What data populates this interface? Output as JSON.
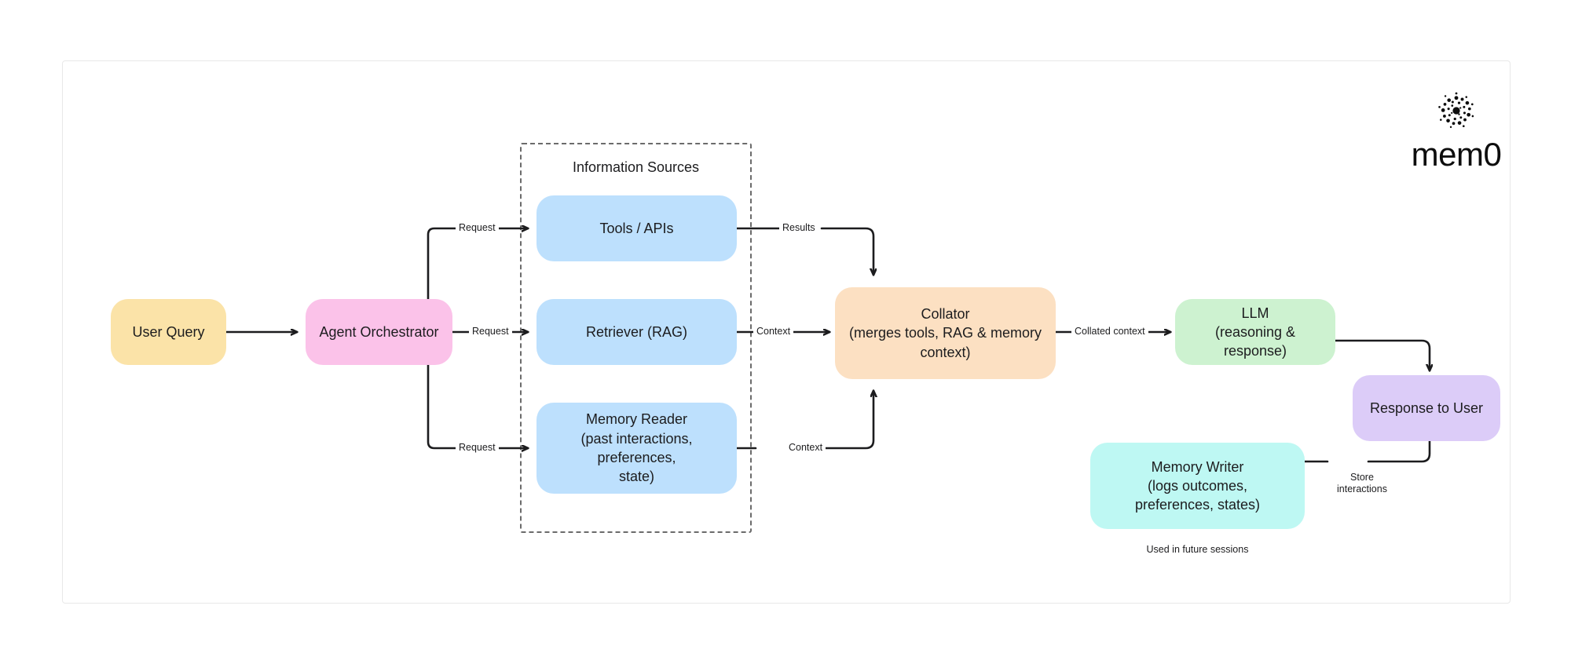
{
  "brand": {
    "wordmark": "mem0",
    "logo_icon": "mem0-burst-icon"
  },
  "group": {
    "title": "Information Sources"
  },
  "nodes": [
    {
      "id": "user-query",
      "label": "User Query",
      "lines": [
        "User Query"
      ],
      "color": "#FBE3A8"
    },
    {
      "id": "agent-orchestrator",
      "label": "Agent Orchestrator",
      "lines": [
        "Agent Orchestrator"
      ],
      "color": "#FBC2E9"
    },
    {
      "id": "tools-apis",
      "label": "Tools / APIs",
      "lines": [
        "Tools / APIs"
      ],
      "color": "#BDE0FD"
    },
    {
      "id": "retriever-rag",
      "label": "Retriever (RAG)",
      "lines": [
        "Retriever (RAG)"
      ],
      "color": "#BDE0FD"
    },
    {
      "id": "memory-reader",
      "label": "Memory Reader",
      "lines": [
        "Memory Reader",
        "(past interactions, preferences,",
        "state)"
      ],
      "color": "#BDE0FD"
    },
    {
      "id": "collator",
      "label": "Collator",
      "lines": [
        "Collator",
        "(merges tools, RAG & memory",
        "context)"
      ],
      "color": "#FCE0C2"
    },
    {
      "id": "llm",
      "label": "LLM",
      "lines": [
        "LLM",
        "(reasoning & response)"
      ],
      "color": "#CDF2D0"
    },
    {
      "id": "response-to-user",
      "label": "Response to User",
      "lines": [
        "Response to User"
      ],
      "color": "#DCCCF8"
    },
    {
      "id": "memory-writer",
      "label": "Memory Writer",
      "lines": [
        "Memory Writer",
        "(logs outcomes,",
        "preferences, states)"
      ],
      "color": "#BEF8F3"
    }
  ],
  "edge_labels": {
    "request_tools": "Request",
    "request_retriever": "Request",
    "request_memory": "Request",
    "results": "Results",
    "context_retriever": "Context",
    "context_memory": "Context",
    "collated_context": "Collated context",
    "store_interactions": "Store interactions"
  },
  "captions": {
    "future_sessions": "Used in future sessions"
  },
  "colors": {
    "stroke": "#1c1c1e",
    "group_border": "#6b6b6b",
    "frame_border": "#e8e8e8",
    "text": "#1c1c1e",
    "background": "#ffffff"
  }
}
